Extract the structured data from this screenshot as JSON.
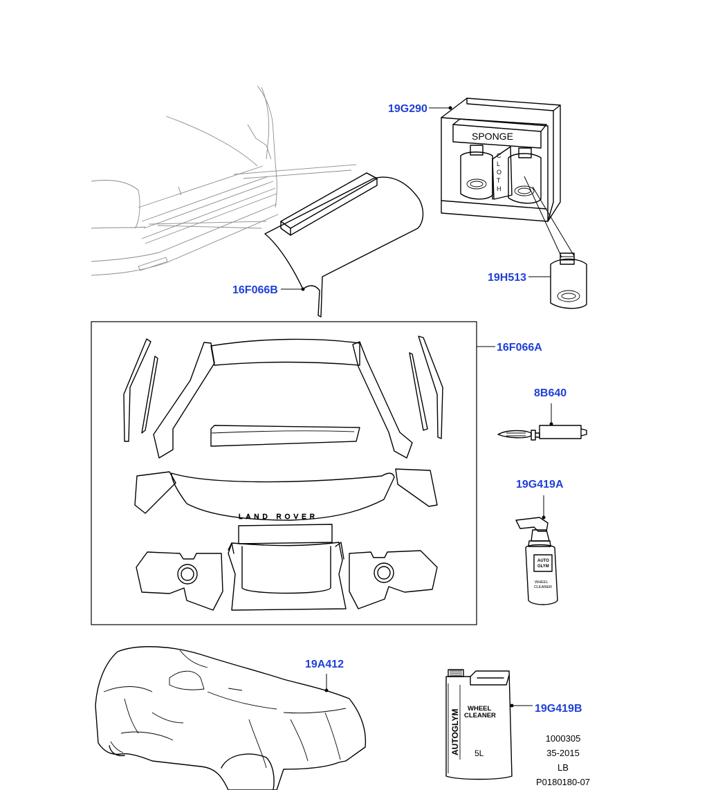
{
  "callouts": {
    "kit_box": "19G290",
    "bottle": "19H513",
    "bumper_film": "16F066B",
    "film_kit": "16F066A",
    "pen_tool": "8B640",
    "spray_bottle": "19G419A",
    "car_cover": "19A412",
    "jerry_can": "19G419B"
  },
  "product_text": {
    "sponge": "SPONGE",
    "cloth": [
      "C",
      "L",
      "O",
      "T",
      "H"
    ],
    "badge_text": "LAND ROVER",
    "spray_brand": [
      "AUTO",
      "GLYM"
    ],
    "spray_product": [
      "WHEEL",
      "CLEANER"
    ],
    "can_brand": "AUTOGLYM",
    "can_product": [
      "WHEEL",
      "CLEANER"
    ],
    "can_volume": "5L"
  },
  "reference_block": [
    "1000305",
    "35-2015",
    "LB",
    "P0180180-07"
  ],
  "colors": {
    "callout": "#1f3fd6",
    "line": "#000000",
    "context_line": "#8a8a8a"
  }
}
